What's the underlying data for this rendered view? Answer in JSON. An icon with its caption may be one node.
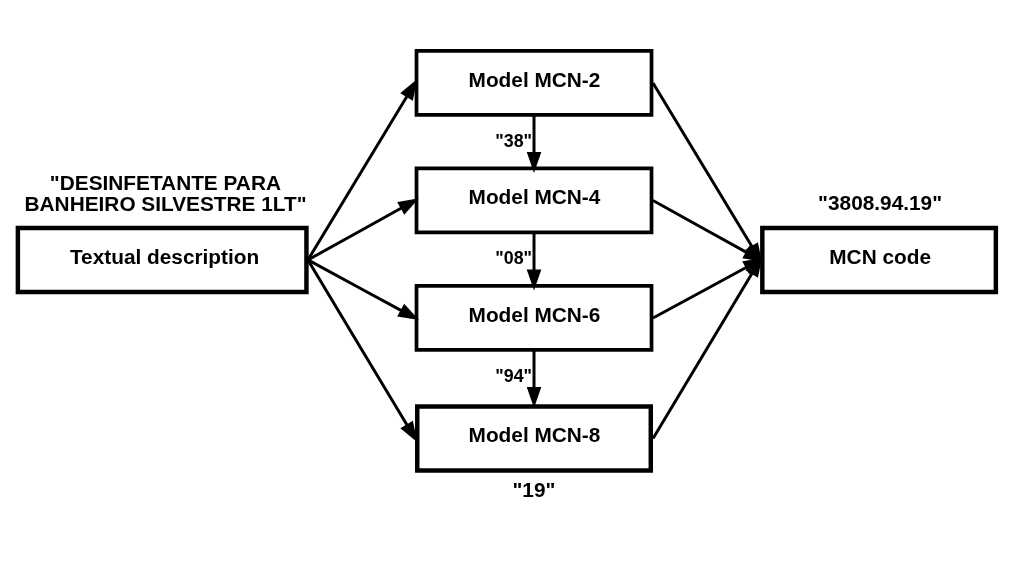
{
  "diagram": {
    "nodes": [
      {
        "text": [
          "Textual description"
        ],
        "beside": [
          "\"DESINFETANTE PARA BANHEIRO SILVESTRE 1LT\""
        ]
      },
      {
        "text": [
          "Model MCN-2"
        ]
      },
      {
        "text": [
          "Model MCN-4"
        ]
      },
      {
        "text": [
          "Model MCN-6"
        ]
      },
      {
        "text": [
          "Model MCN-8"
        ],
        "beside": [
          "\"19\""
        ]
      },
      {
        "text": [
          "MCN code"
        ],
        "beside": [
          "\"3808.94.19\""
        ]
      }
    ],
    "edges": [
      {
        "from": 0,
        "to": 1,
        "arrow": "to"
      },
      {
        "from": 0,
        "to": 2,
        "arrow": "to"
      },
      {
        "from": 0,
        "to": 3,
        "arrow": "to"
      },
      {
        "from": 0,
        "to": 4,
        "arrow": "to"
      },
      {
        "from": 1,
        "to": 2,
        "arrow": "to",
        "label": "\"38\""
      },
      {
        "from": 2,
        "to": 3,
        "arrow": "to",
        "label": "\"08\""
      },
      {
        "from": 3,
        "to": 4,
        "arrow": "to",
        "label": "\"94\""
      },
      {
        "from": 1,
        "to": 5,
        "arrow": "to"
      },
      {
        "from": 2,
        "to": 5,
        "arrow": "to"
      },
      {
        "from": 3,
        "to": 5,
        "arrow": "to"
      },
      {
        "from": 4,
        "to": 5,
        "arrow": "to"
      }
    ]
  }
}
